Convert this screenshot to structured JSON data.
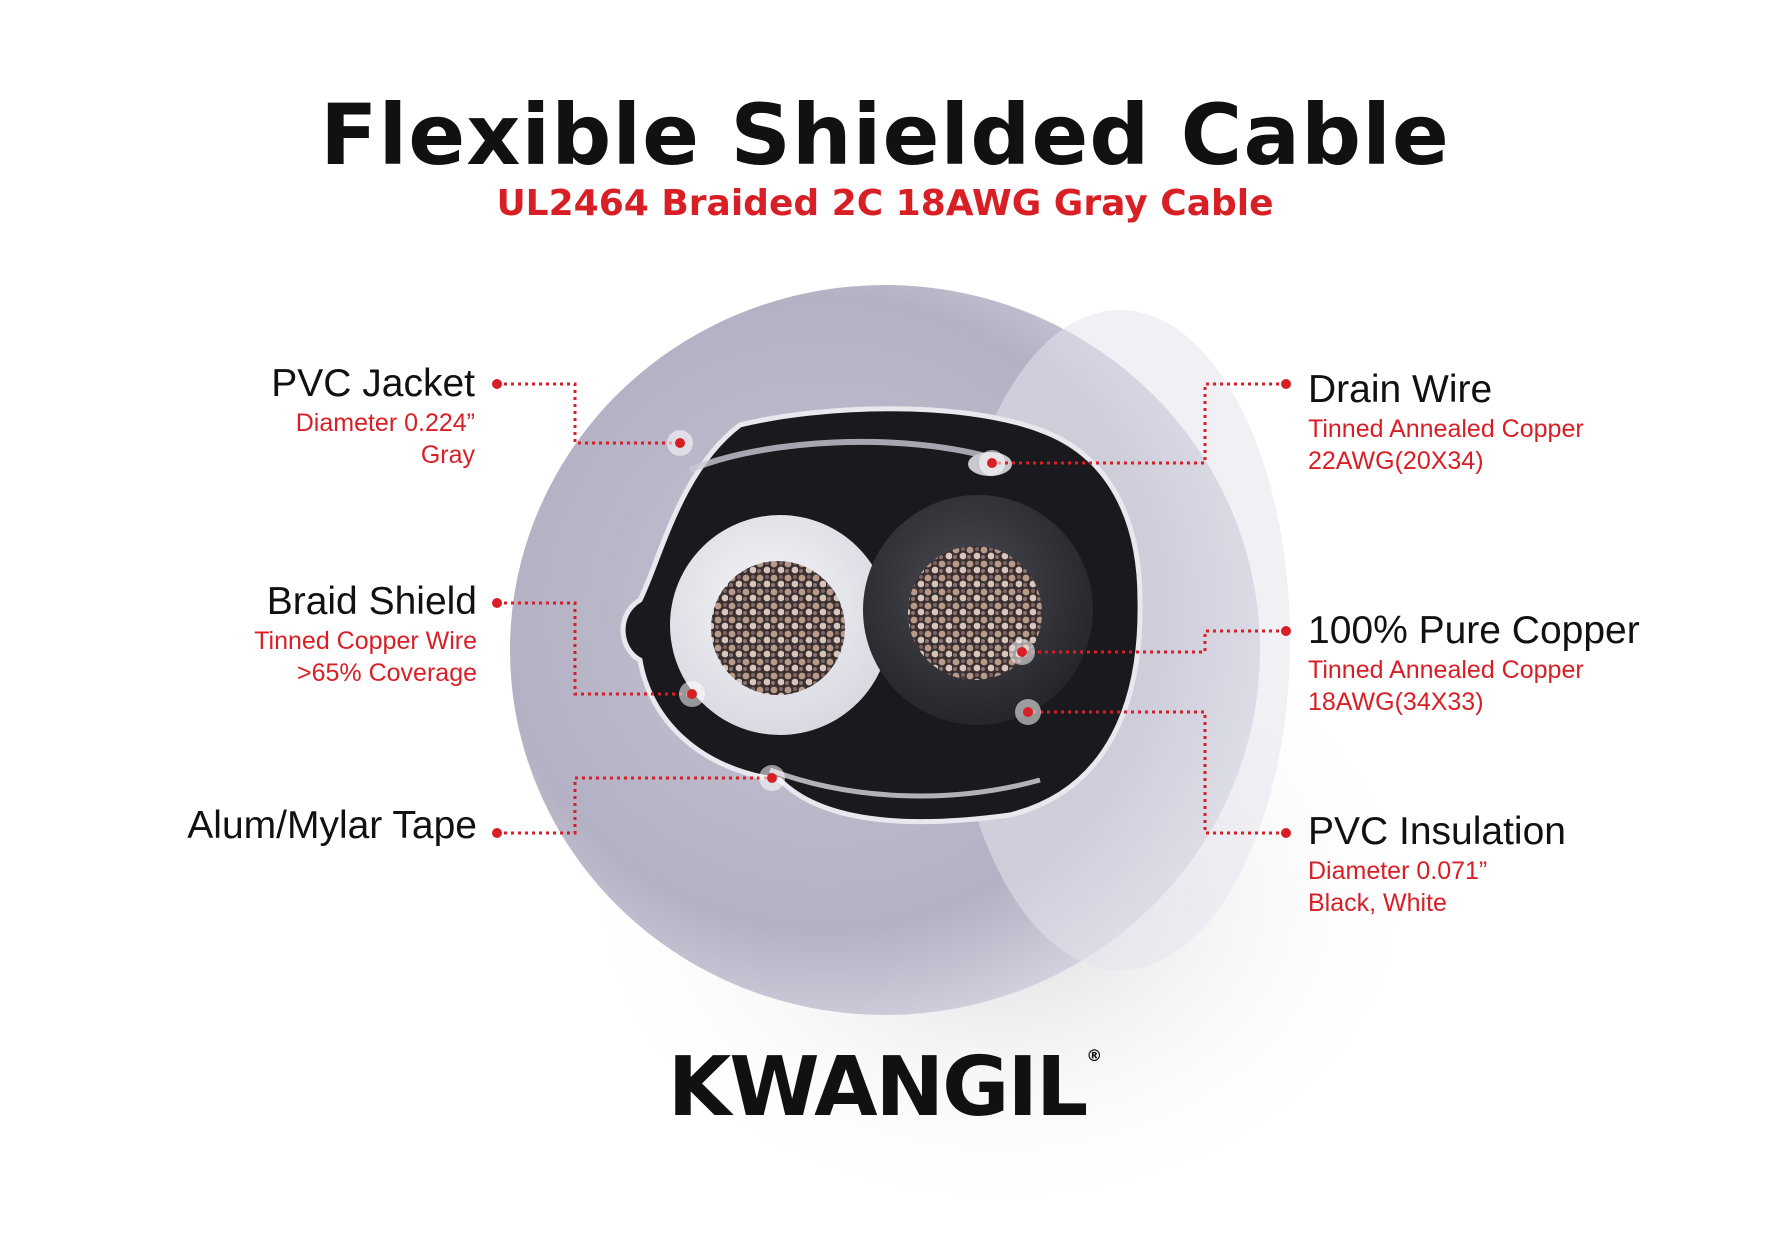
{
  "header": {
    "title": "Flexible Shielded Cable",
    "subtitle": "UL2464 Braided 2C 18AWG Gray Cable"
  },
  "colors": {
    "accent_red": "#d81f26",
    "jacket_gray": "#b8b6c6",
    "text_dark": "#111111"
  },
  "callouts": {
    "pvc_jacket": {
      "name": "PVC Jacket",
      "spec1": "Diameter 0.224”",
      "spec2": "Gray"
    },
    "braid_shield": {
      "name": "Braid Shield",
      "spec1": "Tinned Copper Wire",
      "spec2": ">65% Coverage"
    },
    "alum_mylar": {
      "name": "Alum/Mylar Tape"
    },
    "drain_wire": {
      "name": "Drain Wire",
      "spec1": "Tinned Annealed Copper",
      "spec2": "22AWG(20X34)"
    },
    "pure_copper": {
      "name": "100% Pure Copper",
      "spec1": "Tinned Annealed Copper",
      "spec2": "18AWG(34X33)"
    },
    "pvc_insulation": {
      "name": "PVC Insulation",
      "spec1": "Diameter 0.071”",
      "spec2": "Black, White"
    }
  },
  "brand": {
    "name": "KWANGIL",
    "mark": "®"
  }
}
